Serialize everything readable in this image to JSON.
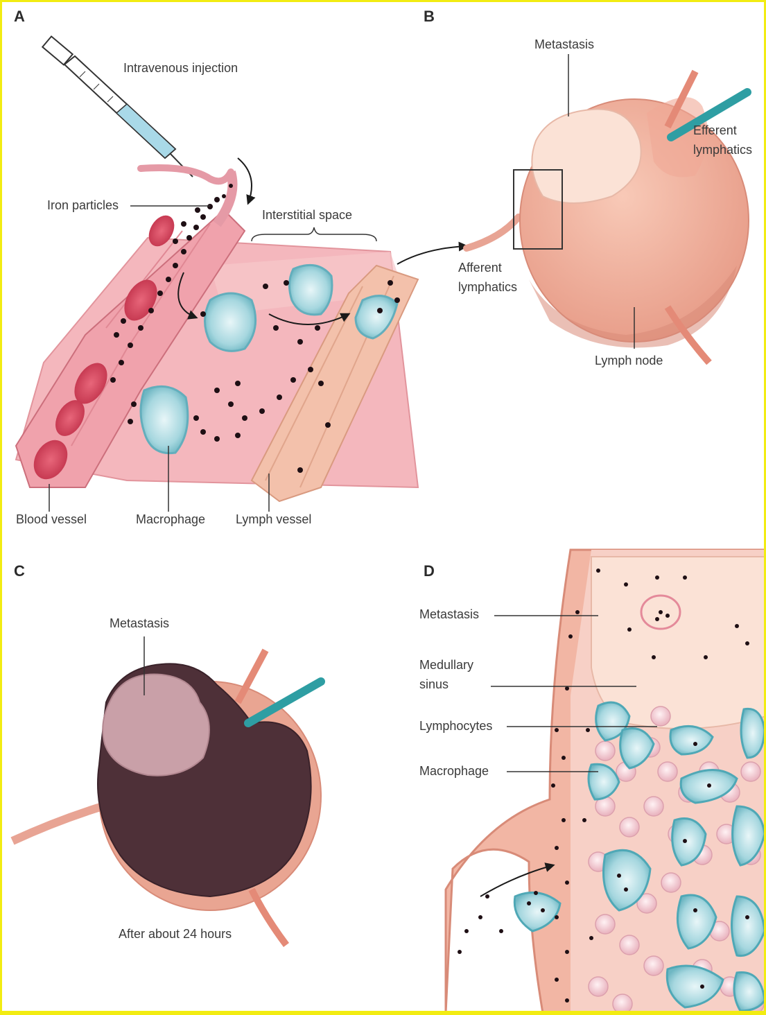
{
  "panels": {
    "a": "A",
    "b": "B",
    "c": "C",
    "d": "D"
  },
  "labels": {
    "intravenous_injection": "Intravenous injection",
    "iron_particles": "Iron particles",
    "interstitial_space": "Interstitial space",
    "blood_vessel": "Blood vessel",
    "macrophage_a": "Macrophage",
    "lymph_vessel": "Lymph vessel",
    "metastasis_b": "Metastasis",
    "efferent_1": "Efferent",
    "efferent_2": "lymphatics",
    "afferent_1": "Afferent",
    "afferent_2": "lymphatics",
    "lymph_node": "Lymph node",
    "metastasis_c": "Metastasis",
    "after_24h": "After about 24 hours",
    "metastasis_d": "Metastasis",
    "medullary_1": "Medullary",
    "medullary_2": "sinus",
    "lymphocytes": "Lymphocytes",
    "macrophage_d": "Macrophage"
  },
  "colors": {
    "tissue_pink": "#f2b3b3",
    "node_pink": "#f3b9a6",
    "metastasis": "#fbe2d6",
    "macrophage_blue": "#9fd3db",
    "efferent_teal": "#2e9ea3",
    "dark_node": "#4e3038",
    "iron_dot": "#1e0f14",
    "border": "#f2ec12"
  }
}
